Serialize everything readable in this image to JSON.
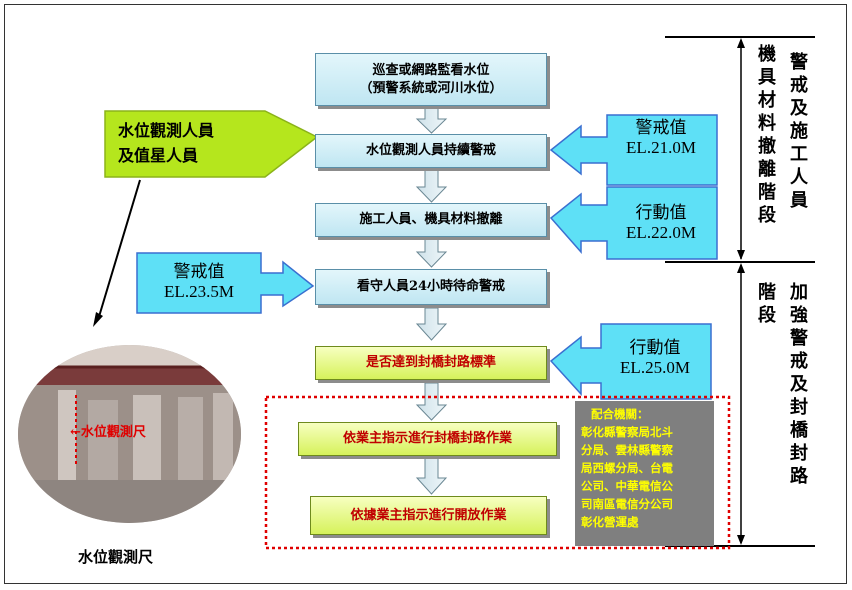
{
  "flow_steps": [
    {
      "text": "巡查或網路監看水位\n（預警系統或河川水位）"
    },
    {
      "text": "水位觀測人員持續警戒"
    },
    {
      "text": "施工人員、機具材料撤離"
    },
    {
      "text": "看守人員24小時待命警戒"
    },
    {
      "text": "是否達到封橋封路標準"
    },
    {
      "text": "依業主指示進行封橋封路作業"
    },
    {
      "text": "依據業主指示進行開放作業"
    }
  ],
  "observer_label": "水位觀測人員\n及值星人員",
  "thresholds": [
    {
      "name": "警戒值",
      "value": "EL.21.0M"
    },
    {
      "name": "行動值",
      "value": "EL.22.0M"
    },
    {
      "name": "警戒值",
      "value": "EL.23.5M"
    },
    {
      "name": "行動值",
      "value": "EL.25.0M"
    }
  ],
  "phase_top": {
    "col1": "機具材料撤離階段",
    "col2": "警戒及施工人員"
  },
  "phase_bottom": {
    "col1": "階段",
    "col2": "加強警戒及封橋封路"
  },
  "agency": {
    "title": "配合機關：",
    "lines": [
      "彰化縣警察局北斗",
      "分局、雲林縣警察",
      "局西螺分局、台電",
      "公司、中華電信公",
      "司南區電信分公司",
      "彰化營運處"
    ]
  },
  "photo": {
    "annotation": "←水位觀測尺",
    "caption": "水位觀測尺"
  },
  "colors": {
    "cyan": "#5ee0f6",
    "green": "#d6f25b",
    "red_dotted": "#e00000",
    "agency_bg": "#7f7f7f",
    "agency_text": "#ffff00"
  }
}
